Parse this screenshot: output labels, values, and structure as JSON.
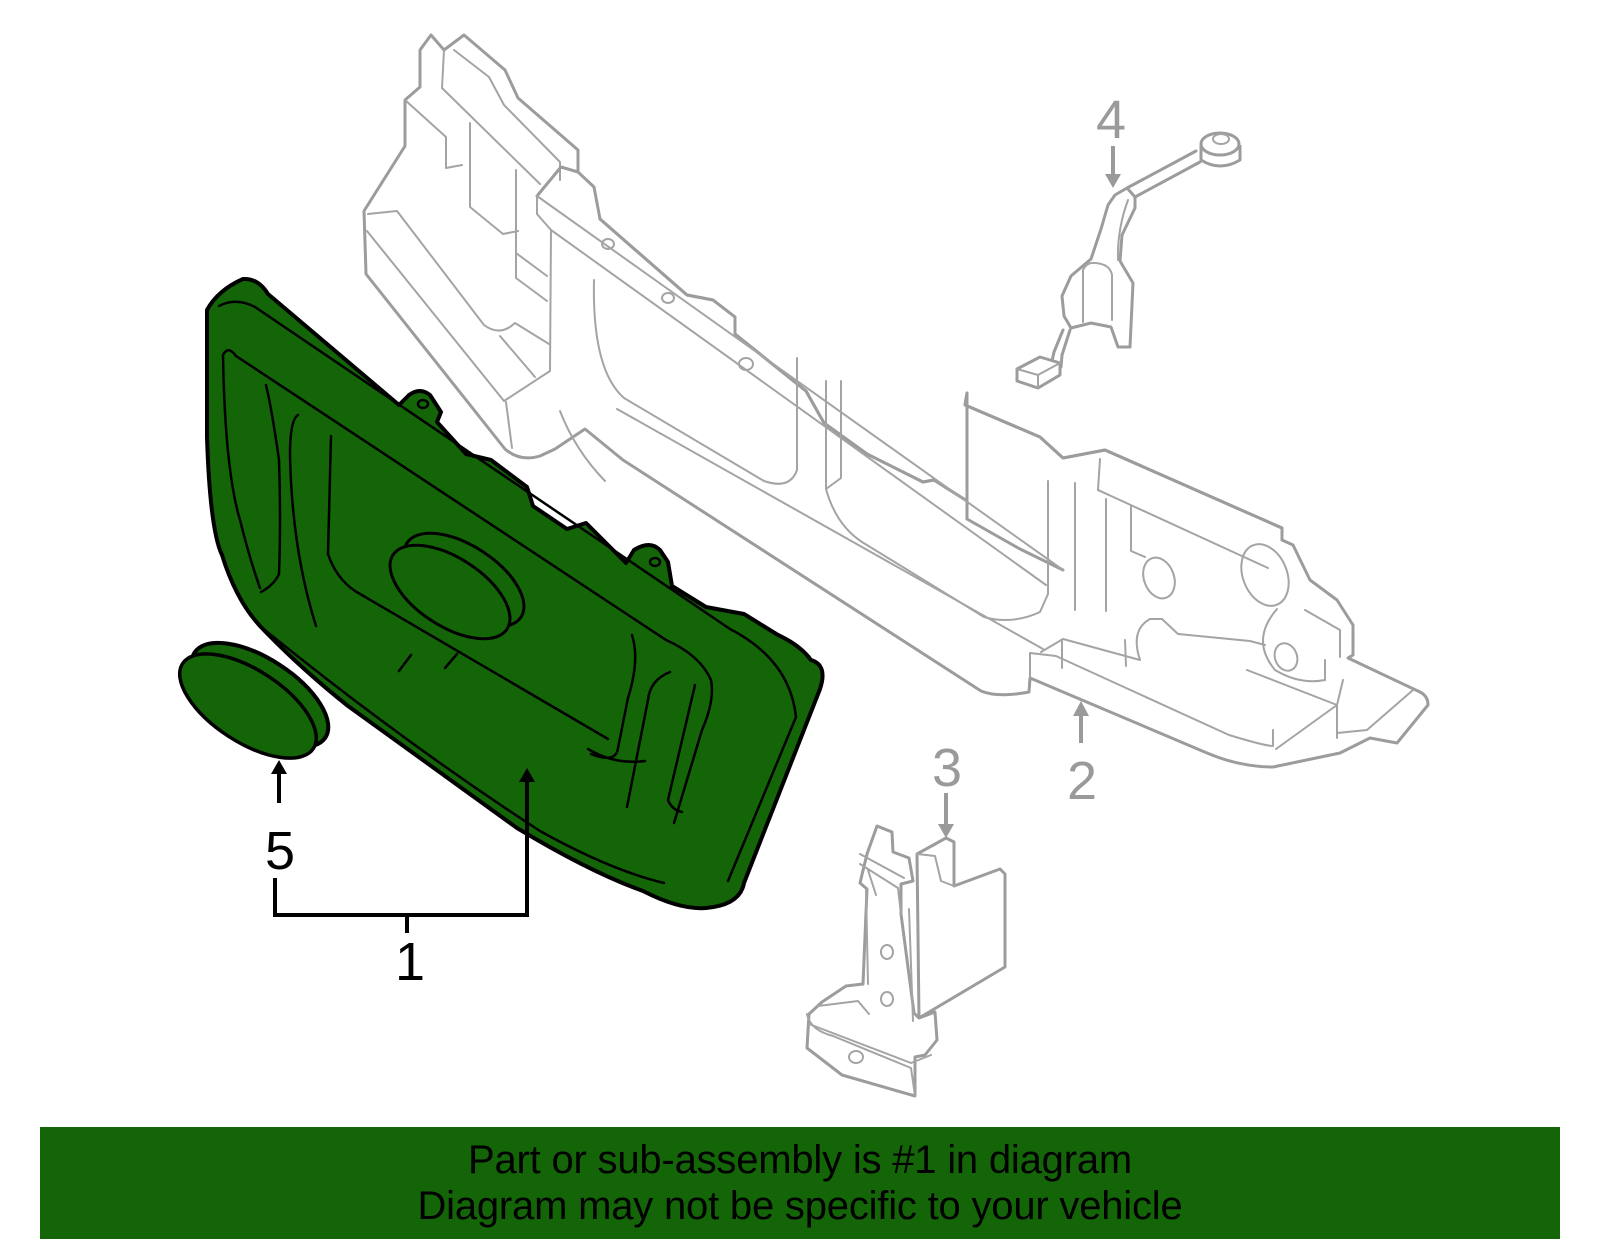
{
  "diagram": {
    "callouts": [
      {
        "number": "1",
        "state": "highlighted"
      },
      {
        "number": "2",
        "state": "dimmed"
      },
      {
        "number": "3",
        "state": "dimmed"
      },
      {
        "number": "4",
        "state": "dimmed"
      },
      {
        "number": "5",
        "state": "highlighted"
      }
    ],
    "colors": {
      "highlight_fill": "#136508",
      "highlight_stroke": "#000000",
      "dimmed_stroke": "#9a9a9a",
      "banner_bg": "#136508"
    }
  },
  "banner": {
    "line1": "Part or sub-assembly is #1 in diagram",
    "line2": "Diagram may not be specific to your vehicle"
  }
}
